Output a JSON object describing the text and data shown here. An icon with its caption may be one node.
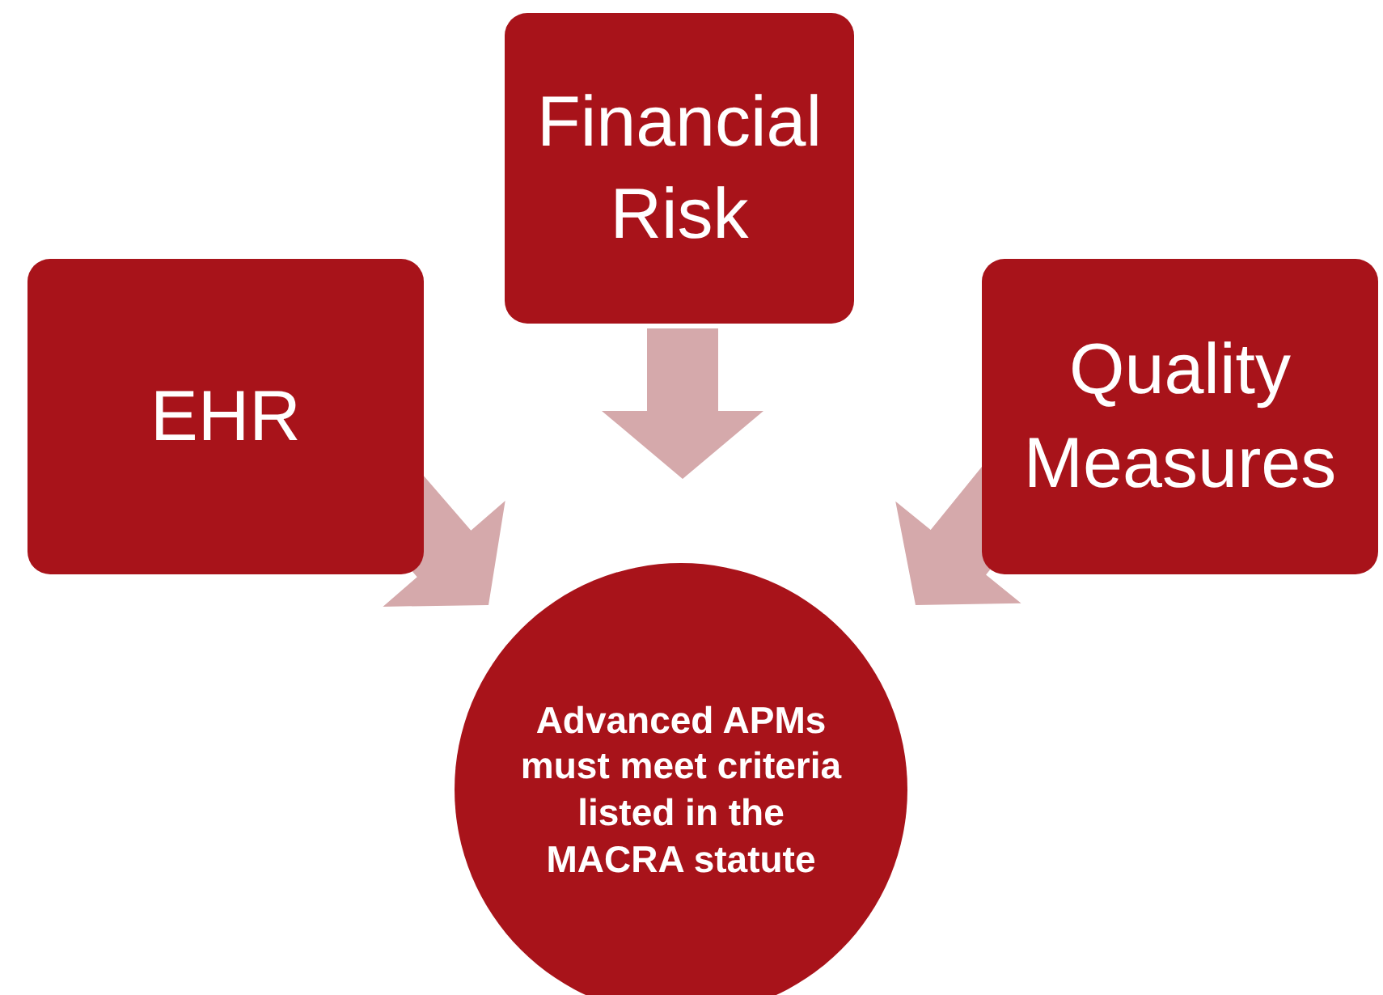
{
  "diagram": {
    "nodes": [
      {
        "text": [
          "EHR"
        ]
      },
      {
        "text": [
          "Financial Risk"
        ]
      },
      {
        "text": [
          "Quality Measures"
        ]
      },
      {
        "text": [
          "Advanced APMs must meet criteria listed in the MACRA statute"
        ]
      }
    ],
    "edges": [
      {
        "from": 0,
        "to": 3,
        "arrow": "to"
      },
      {
        "from": 1,
        "to": 3,
        "arrow": "to"
      },
      {
        "from": 2,
        "to": 3,
        "arrow": "to"
      }
    ]
  }
}
